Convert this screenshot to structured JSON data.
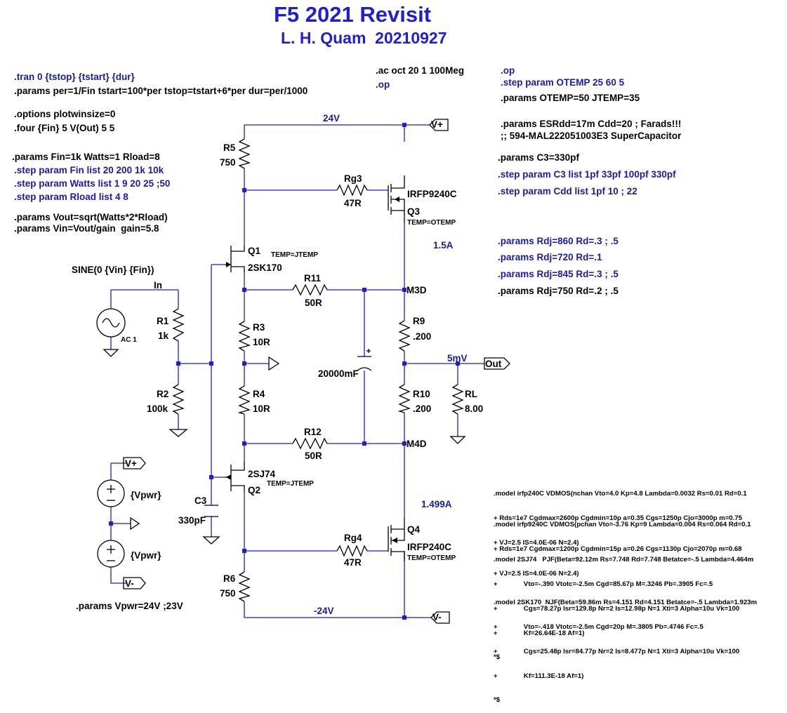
{
  "title": "F5 2021 Revisit",
  "subtitle": "L. H. Quam  20210927",
  "directives": {
    "tran": ".tran 0 {tstop} {tstart} {dur}",
    "params_per": ".params per=1/Fin tstart=100*per tstop=tstart+6*per dur=per/1000",
    "options": ".options plotwinsize=0",
    "four": ".four {Fin} 5 V(Out) 5 5",
    "params_fin": ".params Fin=1k Watts=1 Rload=8",
    "step_fin": ".step param Fin list 20 200 1k 10k",
    "step_watts": ".step param Watts list 1 9 20 25 ;50",
    "step_rload": ".step param Rload list 4 8",
    "params_vout": ".params Vout=sqrt(Watts*2*Rload)",
    "params_vin": ".params Vin=Vout/gain  gain=5.8",
    "ac": ".ac oct 20 1 100Meg",
    "op_mid": ".op",
    "op_right": ".op",
    "step_otemp": ".step param OTEMP 25 60 5",
    "params_otemp": ".params OTEMP=50 JTEMP=35",
    "params_esr": ".params ESRdd=17m Cdd=20 ; Farads!!!",
    "supercap": ";; 594-MAL222051003E3 SuperCapacitor",
    "params_c3": ".params C3=330pf",
    "step_c3": ".step param C3 list 1pf 33pf 100pf 330pf",
    "step_cdd": ".step param Cdd list 1pf 10 ; 22",
    "rdj1": ".params Rdj=860 Rd=.3 ; .5",
    "rdj2": ".params Rdj=720 Rd=.1",
    "rdj3": ".params Rdj=845 Rd=.3 ; .5",
    "rdj4": ".params Rdj=750 Rd=.2 ; .5",
    "vpwr": ".params Vpwr=24V ;23V"
  },
  "models": {
    "irfp240c": [
      ".model irfp240C VDMOS(nchan Vto=4.0 Kp=4.8 Lambda=0.0032 Rs=0.01 Rd=0.1",
      "+ Rds=1e7 Cgdmax=2600p Cgdmin=10p a=0.35 Cgs=1250p Cjo=3000p m=0.75",
      "+ VJ=2.5 IS=4.0E-06 N=2.4)"
    ],
    "irfp9240c": [
      ".model irfp9240C VDMOS(pchan Vto=-3.76 Kp=9 Lambda=0.004 Rs=0.064 Rd=0.1",
      "+ Rds=1e7 Cgdmax=1200p Cgdmin=15p a=0.26 Cgs=1130p Cjo=2070p m=0.68",
      "+ VJ=2.5 IS=4.0E-06 N=2.4)"
    ],
    "sj74": [
      ".model 2SJ74   PJF(Beta=92.12m Rs=7.748 Rd=7.748 Betatce=-.5 Lambda=4.464m",
      "+              Vto=-.390 Vtotc=-2.5m Cgd=85.67p M=.3246 Pb=.3905 Fc=.5",
      "+              Cgs=78.27p Isr=129.8p Nr=2 Is=12.98p N=1 Xti=3 Alpha=10u Vk=100",
      "+              Kf=26.64E-18 Af=1)",
      "*$"
    ],
    "sk170": [
      ".model 2SK170  NJF(Beta=59.86m Rs=4.151 Rd=4.151 Betatce=-.5 Lambda=1.923m",
      "+              Vto=-.418 Vtotc=-2.5m Cgd=20p M=.3805 Pb=.4746 Fc=.5",
      "+              Cgs=25.48p Isr=84.77p Nr=2 Is=8.477p N=1 Xti=3 Alpha=10u Vk=100",
      "+              Kf=111.3E-18 Af=1)",
      "*$"
    ]
  },
  "components": {
    "r5": {
      "name": "R5",
      "value": "750"
    },
    "r6": {
      "name": "R6",
      "value": "750"
    },
    "rg3": {
      "name": "Rg3",
      "value": "47R"
    },
    "rg4": {
      "name": "Rg4",
      "value": "47R"
    },
    "q3": {
      "name": "Q3",
      "model": "IRFP9240C",
      "temp": "TEMP=OTEMP"
    },
    "q4": {
      "name": "Q4",
      "model": "IRFP240C",
      "temp": "TEMP=OTEMP"
    },
    "q1": {
      "name": "Q1",
      "model": "2SK170",
      "temp": "TEMP=JTEMP"
    },
    "q2": {
      "name": "Q2",
      "model": "2SJ74",
      "temp": "TEMP=JTEMP"
    },
    "r11": {
      "name": "R11",
      "value": "50R"
    },
    "r12": {
      "name": "R12",
      "value": "50R"
    },
    "r3": {
      "name": "R3",
      "value": "10R"
    },
    "r4": {
      "name": "R4",
      "value": "10R"
    },
    "r9": {
      "name": "R9",
      "value": ".200"
    },
    "r10": {
      "name": "R10",
      "value": ".200"
    },
    "rl": {
      "name": "RL",
      "value": "8.00"
    },
    "r1": {
      "name": "R1",
      "value": "1k"
    },
    "r2": {
      "name": "R2",
      "value": "100k"
    },
    "c3": {
      "name": "C3",
      "value": "330pF"
    },
    "cdd": {
      "value": "20000mF"
    },
    "vin": {
      "source": "SINE(0 {Vin} {Fin})",
      "ac": "AC 1"
    },
    "vpwr_top": {
      "value": "{Vpwr}"
    },
    "vpwr_bot": {
      "value": "{Vpwr}"
    }
  },
  "nets": {
    "vplus_top": "24V",
    "vminus_bot": "-24V",
    "in": "In",
    "m3d": "M3D",
    "m4d": "M4D",
    "out_voltage": "5mV",
    "out": "Out",
    "vplus_label": "V+",
    "vminus_label": "V-",
    "i_q3": "1.5A",
    "i_q4": "1.499A"
  },
  "colors": {
    "wire": "#1f1fd0",
    "component": "#000000",
    "directive_blue": "#1a1aa8",
    "title": "#1f1fd0"
  }
}
